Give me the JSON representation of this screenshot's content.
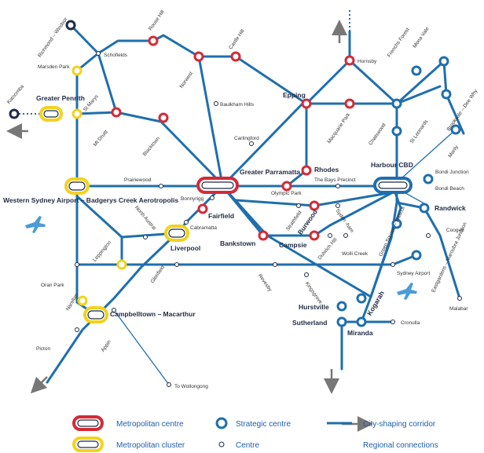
{
  "colors": {
    "corridor": "#1f6fad",
    "metro_centre": "#d42a36",
    "metro_cluster": "#f2d21c",
    "regional": "#777777",
    "airport": "#4a9bd6"
  },
  "labels": {
    "richmond_windsor": "Richmond – Windsor",
    "rouse_hill": "Rouse Hill",
    "schofields": "Schofields",
    "castle_hill": "Castle Hill",
    "norwest": "Norwest",
    "marsden_park": "Marsden Park",
    "katoomba": "Katoomba",
    "greater_penrith": "Greater Penrith",
    "st_marys": "St Marys",
    "mt_druitt": "Mt Druitt",
    "blacktown": "Blacktown",
    "baulkham_hills": "Baulkham Hills",
    "epping": "Epping",
    "hornsby": "Hornsby",
    "frenchs_forest": "Frenchs Forest",
    "mona_vale": "Mona Vale",
    "brookvale_dee_why": "Brookvale – Dee Why",
    "manly": "Manly",
    "macquarie_park": "Macquarie Park",
    "chatswood": "Chatswood",
    "st_leonards": "St Leonards",
    "carlingford": "Carlingford",
    "greater_parramatta": "Greater Parramatta",
    "rhodes": "Rhodes",
    "the_bays_precinct": "The Bays Precinct",
    "harbour_cbd": "Harbour CBD",
    "bondi_junction": "Bondi Junction",
    "bondi_beach": "Bondi Beach",
    "prairiewood": "Prairiewood",
    "olympic_park": "Olympic Park",
    "western_sydney_airport": "Western Sydney Airport – Badgerys Creek Aerotropolis",
    "bonnyrigg": "Bonnyrigg",
    "fairfield": "Fairfield",
    "north_austral": "North Austral",
    "cabramatta": "Cabramatta",
    "strathfield": "Strathfield",
    "burwood": "Burwood",
    "sydenham": "Syden -ham",
    "randwick": "Randwick",
    "coogee": "Coogee",
    "leppington": "Leppington",
    "liverpool": "Liverpool",
    "bankstown": "Bankstown",
    "campsie": "Campsie",
    "dulwich_hill": "Dulwich Hill",
    "wolli_creek": "Wolli Creek",
    "green_square_mascot": "Green Square – Mascot",
    "eastgardens_maroubra": "Eastgardens – Maroubra Junction",
    "glenfield": "Glenfield",
    "oran_park": "Oran Park",
    "revesby": "Revesby",
    "kingsgrove": "Kingsgrove",
    "sydney_airport": "Sydney Airport",
    "narellan": "Narellan",
    "campbelltown_macarthur": "Campbelltown – Macarthur",
    "hurstville": "Hurstville",
    "kogarah": "Kogarah",
    "malabar": "Malabar",
    "appin": "Appin",
    "sutherland": "Sutherland",
    "miranda": "Miranda",
    "cronulla": "Cronulla",
    "picton": "Picton",
    "to_wollongong": "To Wollongong"
  },
  "legend": {
    "metropolitan_centre": "Metropolitan centre",
    "metropolitan_cluster": "Metropolitan cluster",
    "strategic_centre": "Strategic centre",
    "centre": "Centre",
    "city_shaping_corridor": "City-shaping corridor",
    "regional_connections": "Regional connections"
  }
}
